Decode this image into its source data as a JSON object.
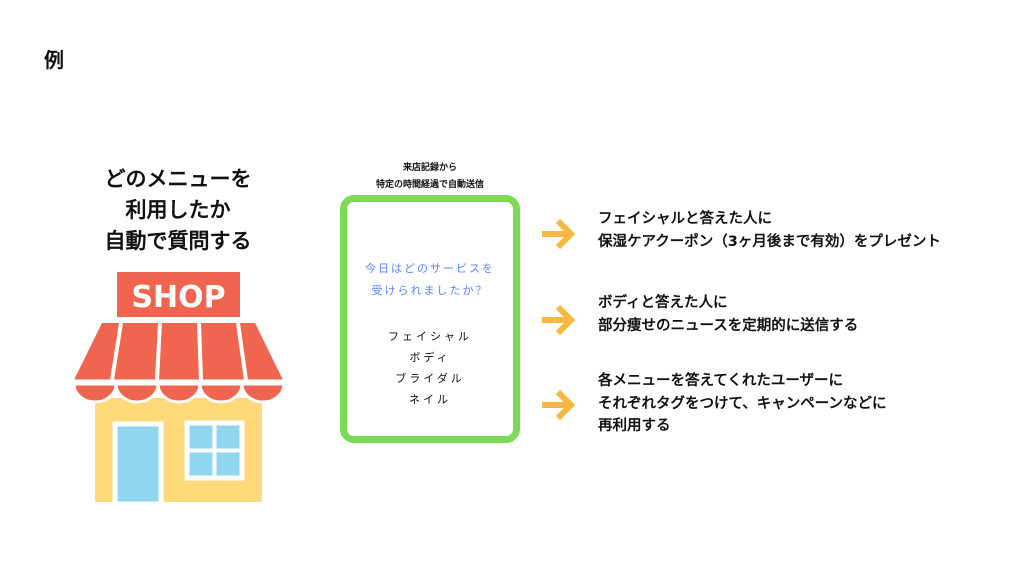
{
  "title": "例",
  "heading": [
    "どのメニューを",
    "利用したか",
    "自動で質問する"
  ],
  "shop_sign": "SHOP",
  "caption": [
    "来店記録から",
    "特定の時間経過で自動送信"
  ],
  "card": {
    "question": [
      "今日はどのサービスを",
      "受けられましたか？"
    ],
    "options": [
      "フェイシャル",
      "ボディ",
      "ブライダル",
      "ネイル"
    ]
  },
  "actions": [
    {
      "lines": [
        "フェイシャルと答えた人に",
        "保湿ケアクーポン（3ヶ月後まで有効）をプレゼント"
      ]
    },
    {
      "lines": [
        "ボディと答えた人に",
        "部分痩せのニュースを定期的に送信する"
      ]
    },
    {
      "lines": [
        "各メニューを答えてくれたユーザーに",
        "それぞれタグをつけて、キャンペーンなどに",
        "再利用する"
      ]
    }
  ],
  "colors": {
    "green": "#7ed957",
    "blue_text": "#5b86f5",
    "arrow": "#f5b942",
    "awning": "#f0654f",
    "wall": "#ffd97a",
    "glass": "#8fd6ee"
  }
}
